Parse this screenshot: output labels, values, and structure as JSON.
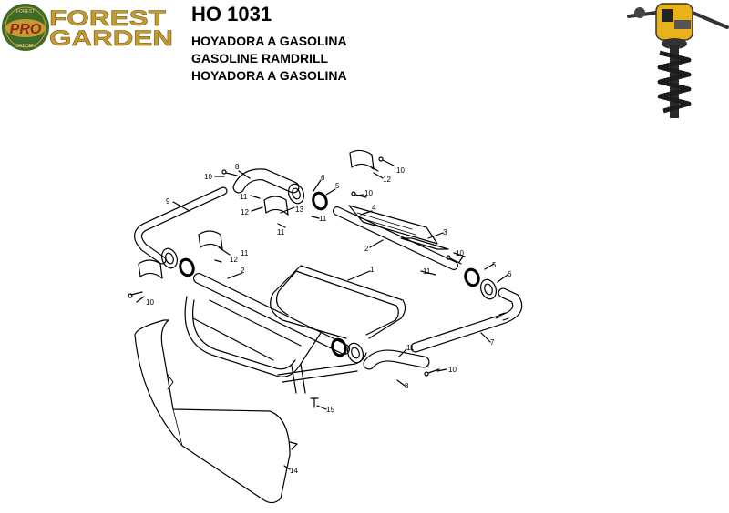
{
  "brand": {
    "badge": "PRO",
    "ring_top": "FOREST",
    "ring_bottom": "GARDEN",
    "word_top": "FOREST",
    "word_bottom": "GARDEN",
    "colors": {
      "gold": "#c59a2e",
      "green": "#3f6b2a",
      "badge_red": "#8e2a1c"
    }
  },
  "header": {
    "model": "HO 1031",
    "lines": [
      "HOYADORA A GASOLINA",
      "GASOLINE RAMDRILL",
      "HOYADORA A GASOLINA"
    ]
  },
  "photo": {
    "icon": "earth-auger-photo",
    "colors": {
      "body": "#e8b21b",
      "metal": "#333333"
    }
  },
  "diagram": {
    "labels": [
      "10",
      "8",
      "9",
      "11",
      "12",
      "13",
      "11",
      "6",
      "5",
      "10",
      "4",
      "11",
      "10",
      "12",
      "3",
      "2",
      "11",
      "12",
      "10",
      "2",
      "1",
      "11",
      "10",
      "5",
      "6",
      "7",
      "11",
      "10",
      "8",
      "15",
      "14",
      "10"
    ]
  }
}
